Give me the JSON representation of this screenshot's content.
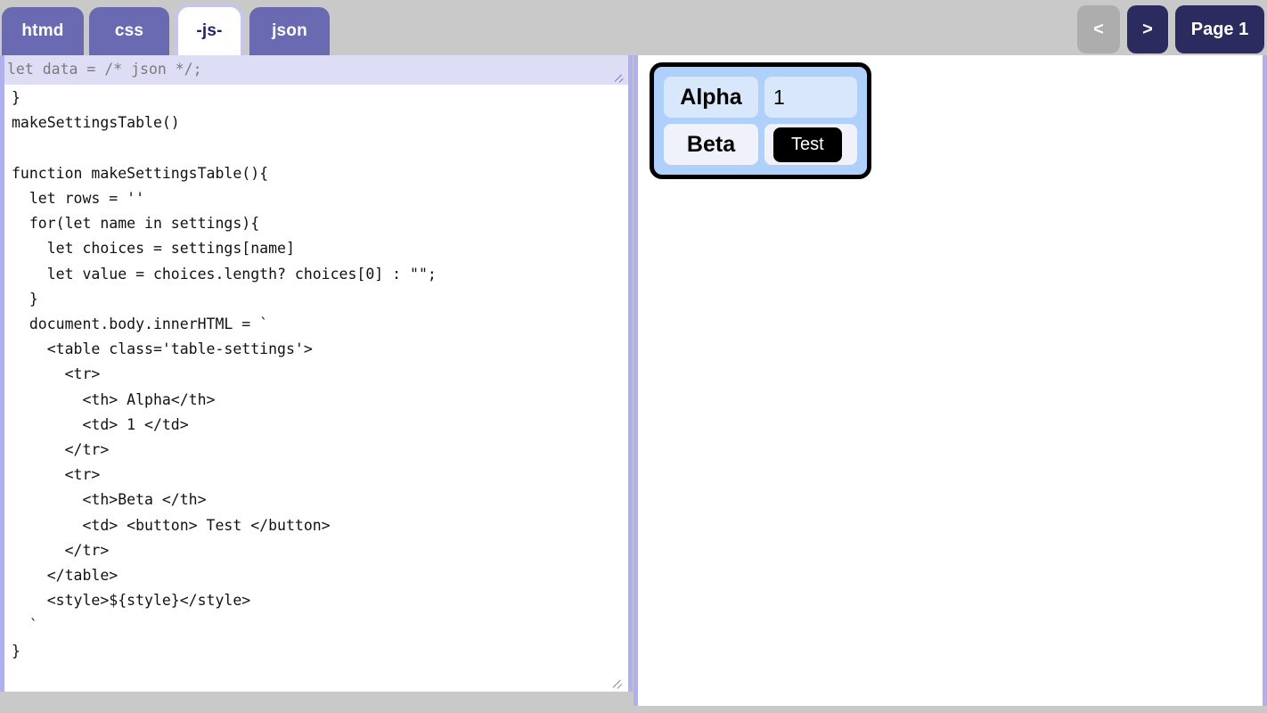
{
  "window": {
    "background_color": "#c9c9c9",
    "panel_border_color": "#b0b0ef"
  },
  "tabs": {
    "items": [
      {
        "label": "htmd",
        "active": false
      },
      {
        "label": "css",
        "active": false
      },
      {
        "label": "-js-",
        "active": true
      },
      {
        "label": "json",
        "active": false
      }
    ],
    "active_color": "#ffffff",
    "inactive_color": "#6a6ab3",
    "active_text_color": "#23236a"
  },
  "pager": {
    "prev_label": "<",
    "next_label": ">",
    "page_label": "Page 1",
    "prev_disabled_color": "#adadad",
    "next_color": "#2b2b60",
    "page_color": "#2b2b60"
  },
  "json_strip": {
    "text": "let data = /* json */;",
    "text_color": "#7a7a7a",
    "background_color": "#dddef6"
  },
  "editor": {
    "code": "  'beta' : words('a b c d e')\n}\nmakeSettingsTable()\n\nfunction makeSettingsTable(){\n  let rows = ''\n  for(let name in settings){\n    let choices = settings[name]\n    let value = choices.length? choices[0] : \"\";\n  }\n  document.body.innerHTML = `\n    <table class='table-settings'>\n      <tr>\n        <th> Alpha</th>\n        <td> 1 </td>\n      </tr>\n      <tr>\n        <th>Beta </th>\n        <td> <button> Test </button>\n      </tr>\n    </table>\n    <style>${style}</style>\n  `\n}"
  },
  "preview": {
    "table": {
      "outer_background": "#aed0fa",
      "border_color": "#000000",
      "rows": [
        {
          "header": "Alpha",
          "value": "1",
          "value_type": "text",
          "cell_background": "#d9e7fc"
        },
        {
          "header": "Beta",
          "value": "Test",
          "value_type": "button",
          "cell_background": "#eff1fb",
          "button_background": "#000000",
          "button_text_color": "#ffffff"
        }
      ]
    }
  }
}
